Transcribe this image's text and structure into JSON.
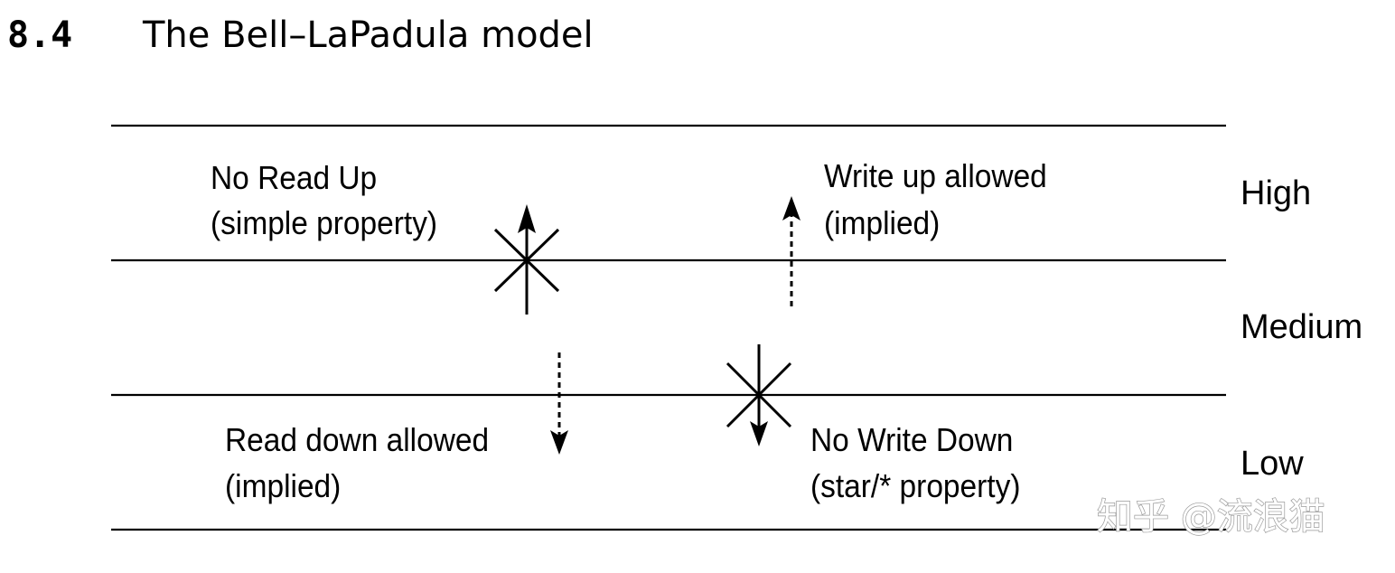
{
  "heading": {
    "number": "8.4",
    "title": "The Bell–LaPadula model"
  },
  "levels": [
    "High",
    "Medium",
    "Low"
  ],
  "rules": {
    "no_read_up": {
      "line1": "No Read Up",
      "line2": "(simple property)"
    },
    "write_up": {
      "line1": "Write up allowed",
      "line2": "(implied)"
    },
    "read_down": {
      "line1": "Read down allowed",
      "line2": "(implied)"
    },
    "no_write_down": {
      "line1": "No Write Down",
      "line2": "(star/* property)"
    }
  },
  "watermark": "知乎 @流浪猫"
}
